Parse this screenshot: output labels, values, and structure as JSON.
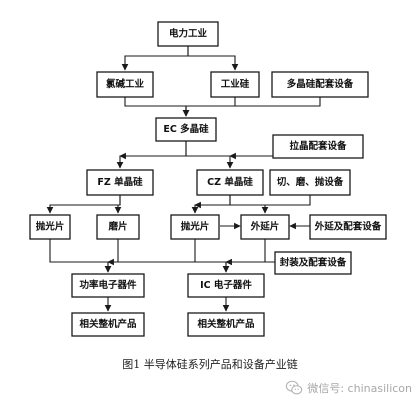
{
  "diagram": {
    "nodes": [
      {
        "id": "power_industry",
        "label": "电力工业"
      },
      {
        "id": "chlor_alkali",
        "label": "氯碱工业"
      },
      {
        "id": "industrial_silicon",
        "label": "工业硅"
      },
      {
        "id": "polysilicon_equipment",
        "label": "多晶硅配套设备"
      },
      {
        "id": "ec_polysilicon",
        "label": "EC 多晶硅"
      },
      {
        "id": "crystal_pulling_equipment",
        "label": "拉晶配套设备"
      },
      {
        "id": "fz_monocrystal",
        "label": "FZ 单晶硅"
      },
      {
        "id": "cz_monocrystal",
        "label": "CZ 单晶硅"
      },
      {
        "id": "cut_grind_polish_equipment",
        "label": "切、磨、抛设备"
      },
      {
        "id": "polished_wafer_left",
        "label": "抛光片"
      },
      {
        "id": "lapped_wafer",
        "label": "磨片"
      },
      {
        "id": "polished_wafer_right",
        "label": "抛光片"
      },
      {
        "id": "epitaxial_wafer",
        "label": "外延片"
      },
      {
        "id": "epitaxy_equipment",
        "label": "外延及配套设备"
      },
      {
        "id": "packaging_equipment",
        "label": "封装及配套设备"
      },
      {
        "id": "power_devices",
        "label": "功率电子器件"
      },
      {
        "id": "ic_devices",
        "label": "IC 电子器件"
      },
      {
        "id": "complete_products_left",
        "label": "相关整机产品"
      },
      {
        "id": "complete_products_right",
        "label": "相关整机产品"
      }
    ],
    "edges": [
      {
        "from": "power_industry",
        "to": "chlor_alkali"
      },
      {
        "from": "power_industry",
        "to": "industrial_silicon"
      },
      {
        "from": "chlor_alkali",
        "to": "ec_polysilicon"
      },
      {
        "from": "industrial_silicon",
        "to": "ec_polysilicon"
      },
      {
        "from": "polysilicon_equipment",
        "to": "ec_polysilicon"
      },
      {
        "from": "ec_polysilicon",
        "to": "fz_monocrystal"
      },
      {
        "from": "ec_polysilicon",
        "to": "cz_monocrystal"
      },
      {
        "from": "crystal_pulling_equipment",
        "to": "fz_monocrystal"
      },
      {
        "from": "crystal_pulling_equipment",
        "to": "cz_monocrystal"
      },
      {
        "from": "fz_monocrystal",
        "to": "polished_wafer_left"
      },
      {
        "from": "fz_monocrystal",
        "to": "lapped_wafer"
      },
      {
        "from": "cz_monocrystal",
        "to": "polished_wafer_right"
      },
      {
        "from": "cz_monocrystal",
        "to": "epitaxial_wafer"
      },
      {
        "from": "cut_grind_polish_equipment",
        "to": "polished_wafer_right"
      },
      {
        "from": "polished_wafer_right",
        "to": "epitaxial_wafer"
      },
      {
        "from": "epitaxy_equipment",
        "to": "epitaxial_wafer"
      },
      {
        "from": "polished_wafer_left",
        "to": "power_devices"
      },
      {
        "from": "lapped_wafer",
        "to": "power_devices"
      },
      {
        "from": "polished_wafer_right",
        "to": "ic_devices"
      },
      {
        "from": "epitaxial_wafer",
        "to": "ic_devices"
      },
      {
        "from": "packaging_equipment",
        "to": "power_devices"
      },
      {
        "from": "packaging_equipment",
        "to": "ic_devices"
      },
      {
        "from": "power_devices",
        "to": "complete_products_left"
      },
      {
        "from": "ic_devices",
        "to": "complete_products_right"
      }
    ]
  },
  "caption": "图1 半导体硅系列产品和设备产业链",
  "watermark": {
    "text": "微信号: chinasilicon",
    "icon": "wechat-icon"
  }
}
